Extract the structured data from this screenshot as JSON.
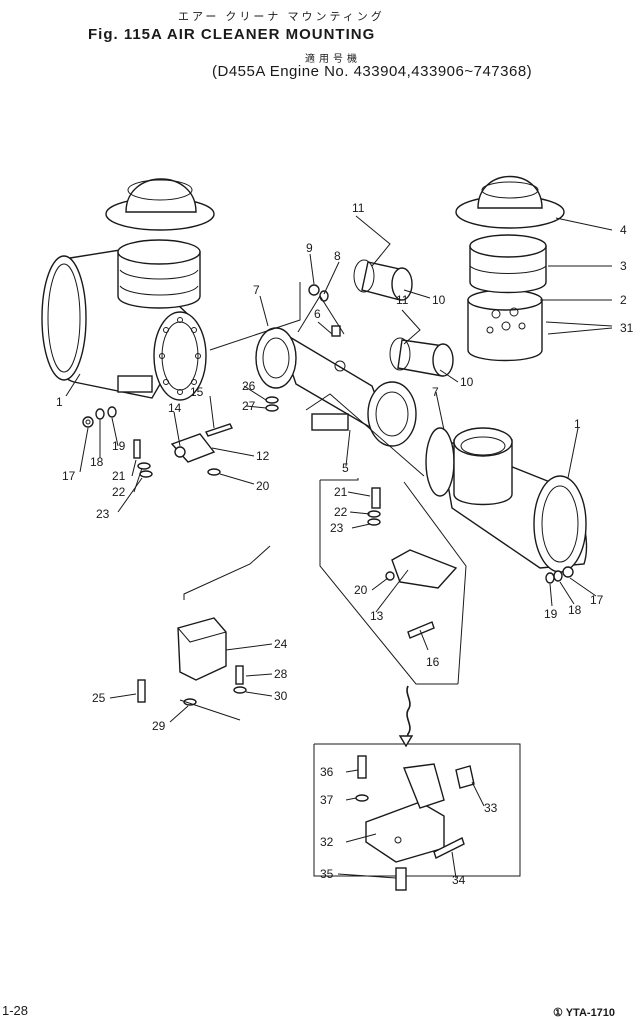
{
  "header": {
    "japanese_title": "エアー クリーナ マウンティング",
    "figure_title": "Fig. 115A  AIR CLEANER MOUNTING",
    "japanese_applicability": "適用号機",
    "engine_applicability": "(D455A Engine No. 433904,433906~747368)"
  },
  "footer": {
    "page_number": "1-28",
    "document_code": "① YTA-1710"
  },
  "callouts": [
    "1",
    "1",
    "2",
    "3",
    "4",
    "5",
    "6",
    "7",
    "7",
    "8",
    "9",
    "10",
    "10",
    "11",
    "11",
    "12",
    "13",
    "14",
    "15",
    "16",
    "17",
    "17",
    "18",
    "18",
    "19",
    "19",
    "20",
    "20",
    "21",
    "21",
    "22",
    "22",
    "23",
    "23",
    "24",
    "25",
    "26",
    "27",
    "28",
    "29",
    "30",
    "31",
    "32",
    "33",
    "34",
    "35",
    "36",
    "37"
  ]
}
